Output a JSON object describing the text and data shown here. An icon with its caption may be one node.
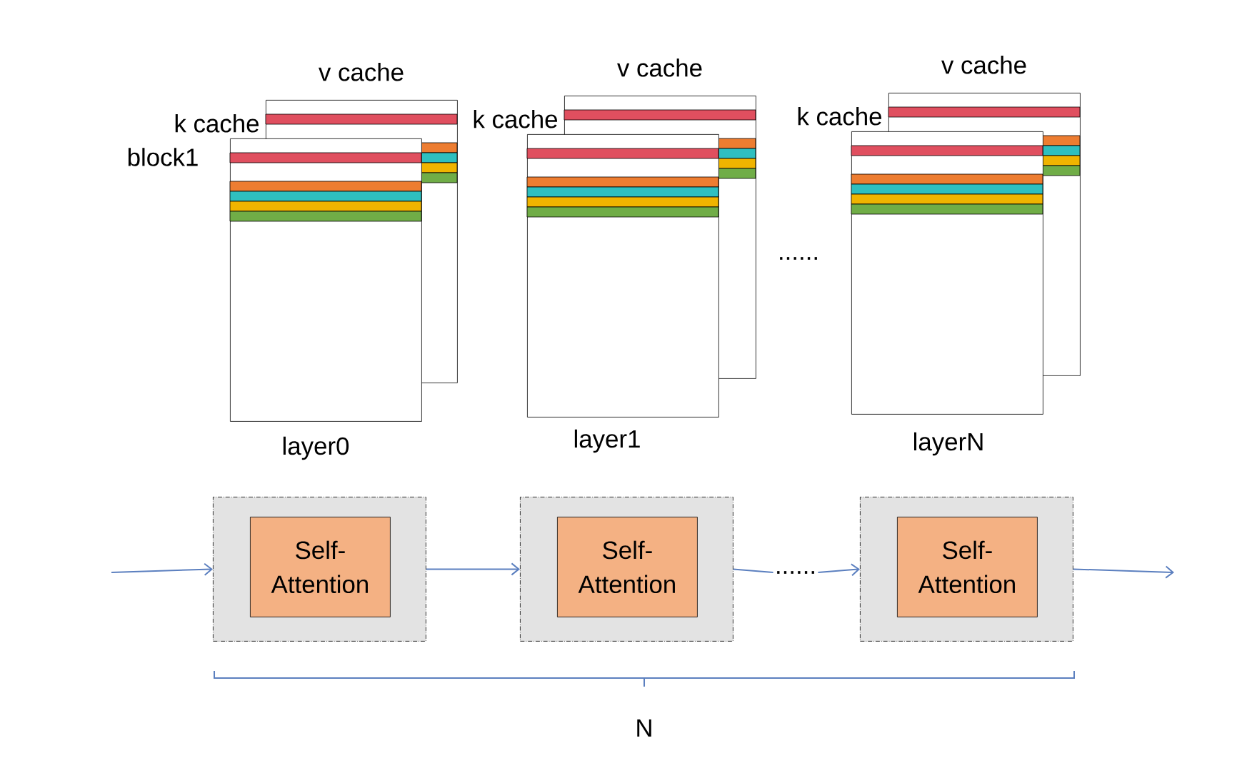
{
  "diagram": {
    "nodes": [
      {
        "text": [
          "v cache"
        ]
      },
      {
        "text": [
          "k cache"
        ]
      },
      {
        "text": [
          "v cache"
        ]
      },
      {
        "text": [
          "k cache"
        ]
      },
      {
        "text": [
          "v cache"
        ]
      },
      {
        "text": [
          "k cache"
        ]
      },
      {
        "text": [],
        "shape": "box"
      },
      {
        "text": [
          "Self- Attention"
        ],
        "in": 6
      },
      {
        "text": [],
        "shape": "box"
      },
      {
        "text": [
          "Self- Attention"
        ],
        "in": 8
      },
      {
        "text": [
          "......"
        ]
      },
      {
        "text": [],
        "shape": "box"
      },
      {
        "text": [
          "Self- Attention"
        ],
        "in": 11
      }
    ],
    "edges": [
      {
        "from": null,
        "to": 6,
        "arrow": "to"
      },
      {
        "from": 6,
        "to": 8,
        "arrow": "to"
      },
      {
        "from": 8,
        "to": 10,
        "arrow": "none"
      },
      {
        "from": 10,
        "to": 11,
        "arrow": "to"
      },
      {
        "from": 11,
        "to": null,
        "arrow": "to"
      }
    ],
    "labels": [
      "block1",
      "......",
      "layer0",
      "layer1",
      "layerN",
      "N"
    ]
  }
}
